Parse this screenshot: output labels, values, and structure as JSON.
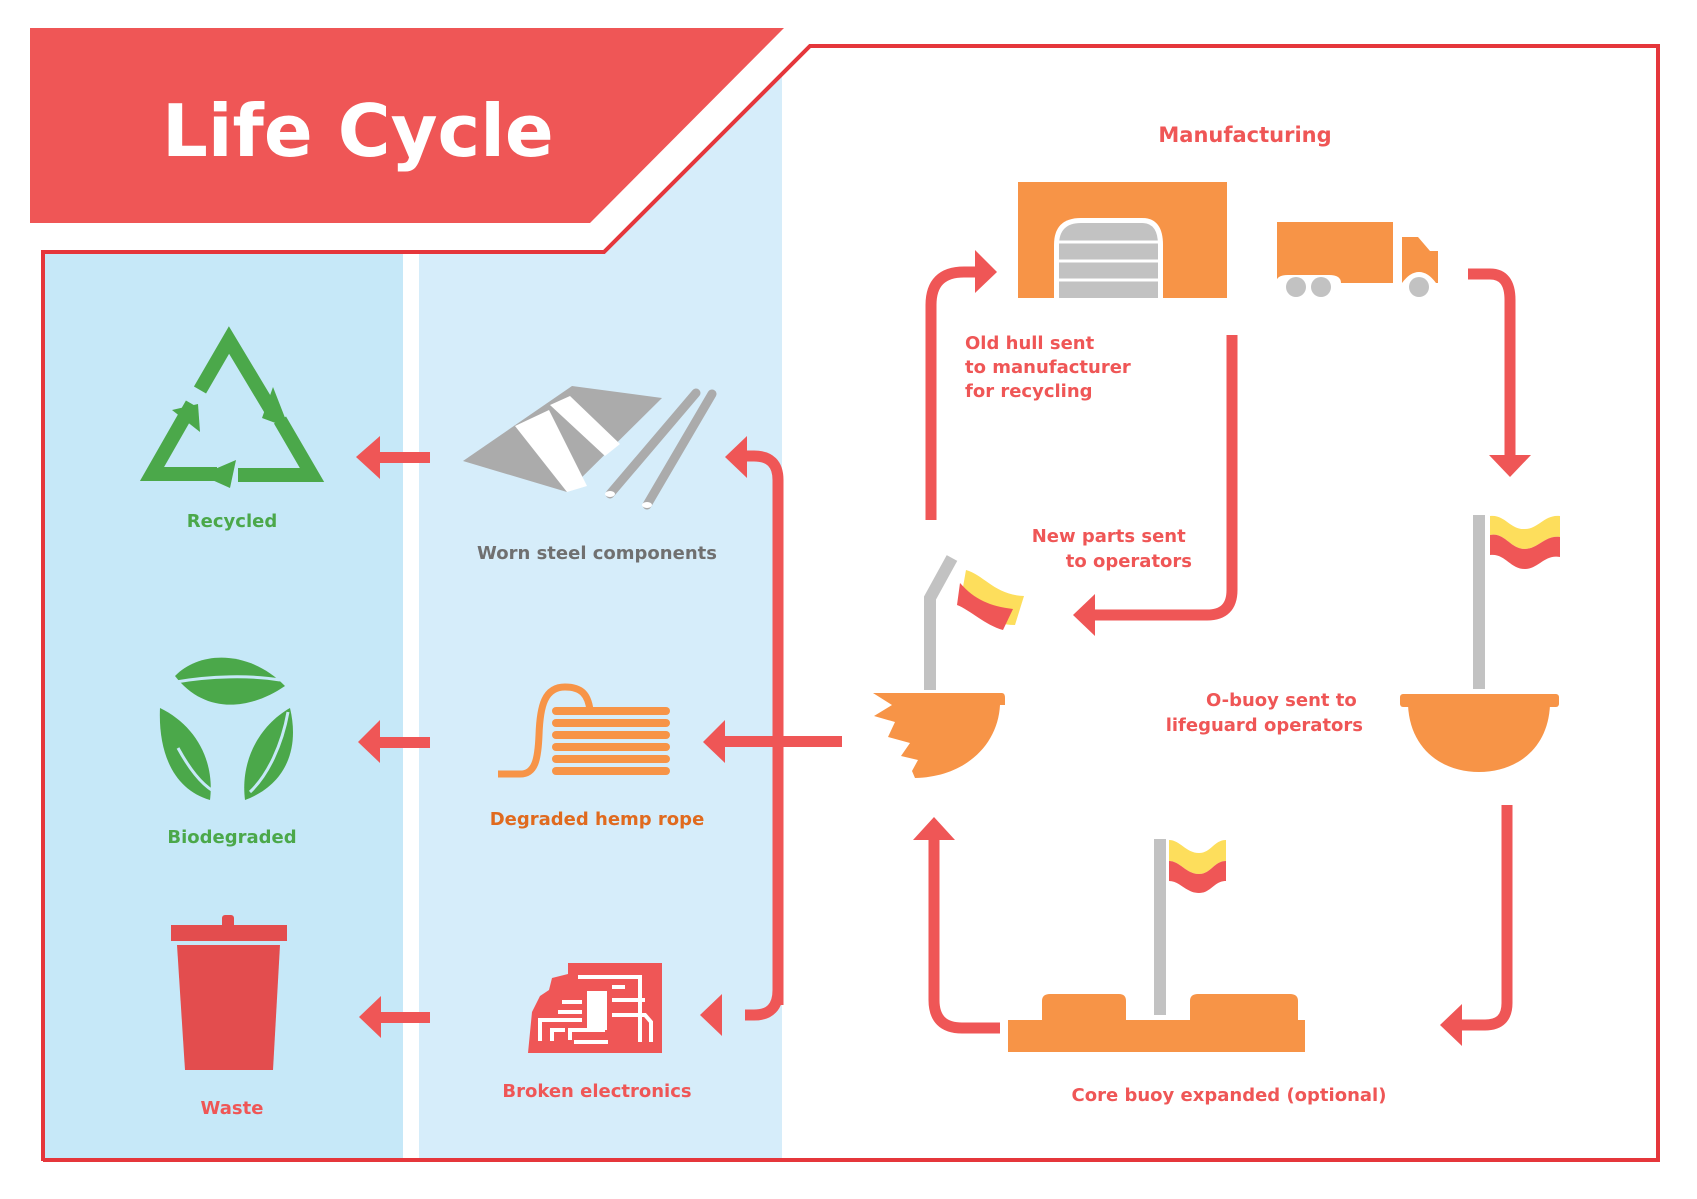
{
  "header": {
    "title": "Life Cycle"
  },
  "colors": {
    "red": "#EF5656",
    "border_red": "#E5363B",
    "orange": "#F79447",
    "orange_text": "#E06A1E",
    "green": "#4BA84A",
    "gray": "#ABABAB",
    "light_gray": "#C2C2C2",
    "yellow": "#FDDE5C",
    "blue_outcome": "#C6E8F8",
    "blue_components": "#D6EDFA"
  },
  "outcomes": [
    {
      "label": "Recycled",
      "icon": "recycle-icon"
    },
    {
      "label": "Biodegraded",
      "icon": "leaves-icon"
    },
    {
      "label": "Waste",
      "icon": "trash-can-icon"
    }
  ],
  "components": [
    {
      "label": "Worn steel components",
      "icon": "steel-components-icon"
    },
    {
      "label": "Degraded hemp rope",
      "icon": "rope-coil-icon"
    },
    {
      "label": "Broken electronics",
      "icon": "circuit-board-icon"
    }
  ],
  "cycle": {
    "manufacturing": "Manufacturing",
    "old_hull": [
      "Old hull sent",
      "to manufacturer",
      "for recycling"
    ],
    "new_parts": [
      "New parts sent",
      "to operators"
    ],
    "obuoy_sent": [
      "O-buoy sent to",
      "lifeguard operators"
    ],
    "core_buoy": "Core buoy expanded (optional)"
  }
}
